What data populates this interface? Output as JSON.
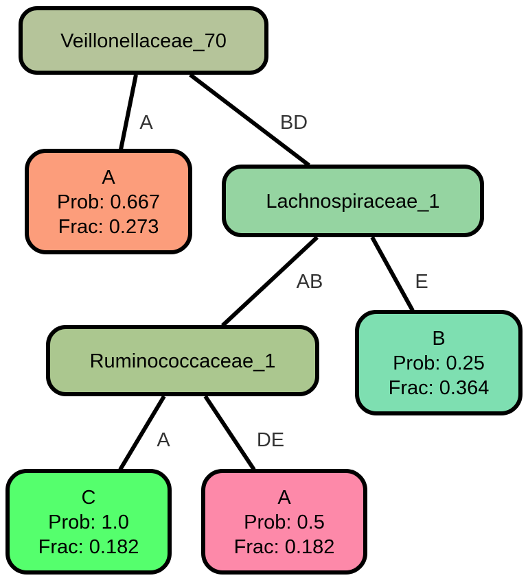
{
  "nodes": [
    {
      "id": "n0",
      "lines": [
        "Veillonellaceae_70"
      ],
      "color": "#b5c49a"
    },
    {
      "id": "n1",
      "lines": [
        "A",
        "Prob: 0.667",
        "Frac: 0.273"
      ],
      "color": "#fc9d7b"
    },
    {
      "id": "n2",
      "lines": [
        "Lachnospiraceae_1"
      ],
      "color": "#95d4a1"
    },
    {
      "id": "n3",
      "lines": [
        "Ruminococcaceae_1"
      ],
      "color": "#abc78f"
    },
    {
      "id": "n4",
      "lines": [
        "B",
        "Prob: 0.25",
        "Frac: 0.364"
      ],
      "color": "#7edfb1"
    },
    {
      "id": "n5",
      "lines": [
        "C",
        "Prob: 1.0",
        "Frac: 0.182"
      ],
      "color": "#55ff6d"
    },
    {
      "id": "n6",
      "lines": [
        "A",
        "Prob: 0.5",
        "Frac: 0.182"
      ],
      "color": "#fd89a9"
    }
  ],
  "edges": [
    {
      "from": "n0",
      "to": "n1",
      "label": "A"
    },
    {
      "from": "n0",
      "to": "n2",
      "label": "BD"
    },
    {
      "from": "n2",
      "to": "n3",
      "label": "AB"
    },
    {
      "from": "n2",
      "to": "n4",
      "label": "E"
    },
    {
      "from": "n3",
      "to": "n5",
      "label": "A"
    },
    {
      "from": "n3",
      "to": "n6",
      "label": "DE"
    }
  ]
}
